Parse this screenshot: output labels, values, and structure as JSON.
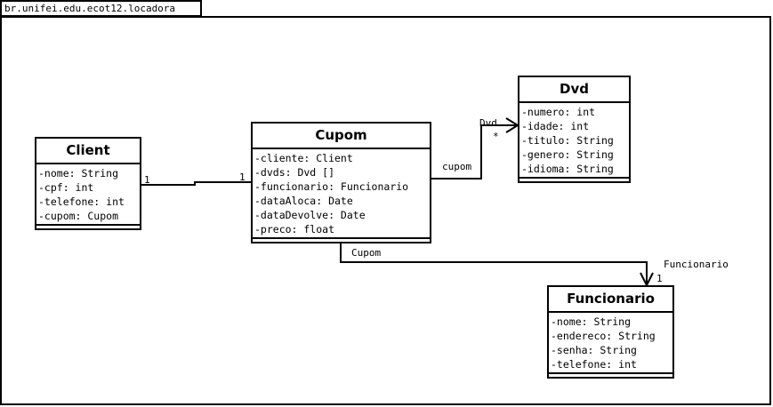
{
  "package": {
    "name": "br.unifei.edu.ecot12.locadora"
  },
  "classes": {
    "client": {
      "name": "Client",
      "attributes": [
        "-nome: String",
        "-cpf: int",
        "-telefone: int",
        "-cupom: Cupom"
      ]
    },
    "cupom": {
      "name": "Cupom",
      "attributes": [
        "-cliente: Client",
        "-dvds: Dvd []",
        "-funcionario: Funcionario",
        "-dataAloca: Date",
        "-dataDevolve: Date",
        "-preco: float"
      ]
    },
    "dvd": {
      "name": "Dvd",
      "attributes": [
        "-numero: int",
        "-idade: int",
        "-titulo: String",
        "-genero: String",
        "-idioma: String"
      ]
    },
    "funcionario": {
      "name": "Funcionario",
      "attributes": [
        "-nome: String",
        "-endereco: String",
        "-senha: String",
        "-telefone: int"
      ]
    }
  },
  "associations": {
    "client_cupom": {
      "client_mult": "1",
      "cupom_mult": "1"
    },
    "cupom_dvd": {
      "source_role": "cupom",
      "target_role": "Dvd",
      "target_mult": "*"
    },
    "cupom_funcionario": {
      "source_role": "Cupom",
      "target_role": "Funcionario",
      "target_mult": "1"
    }
  }
}
